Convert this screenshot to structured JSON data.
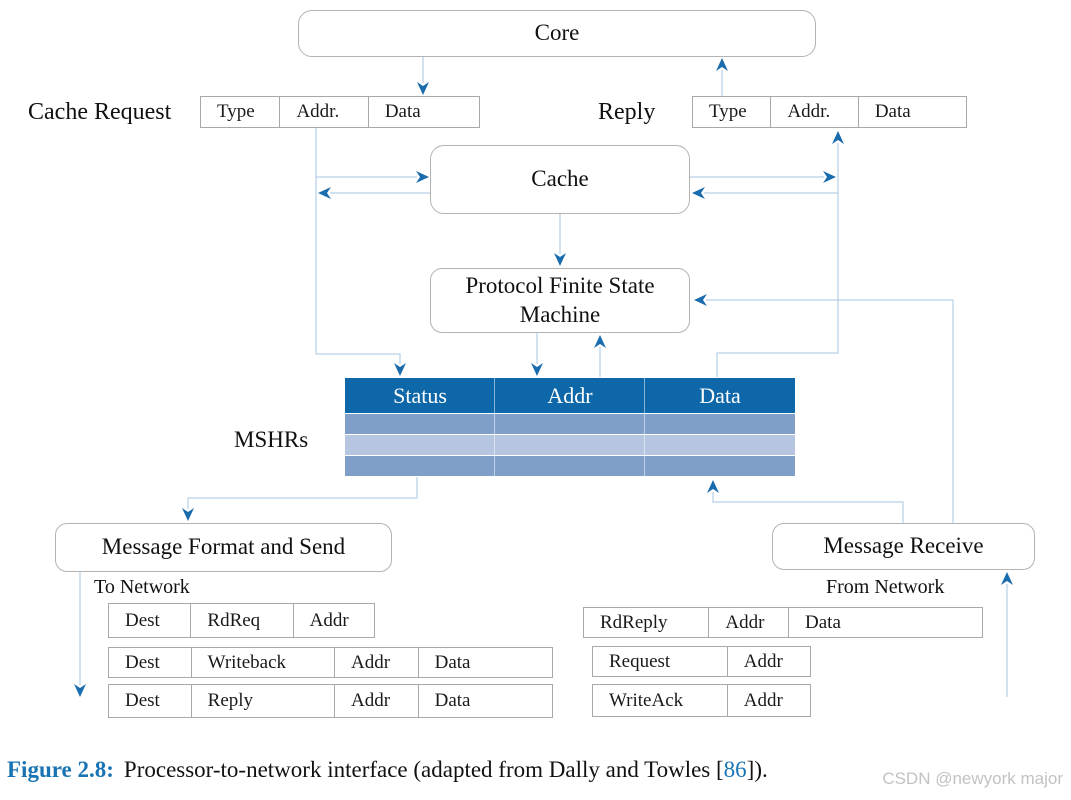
{
  "colors": {
    "arrow_blue": "#1b6cad",
    "line_blue": "#a5c6e2",
    "box_border_gray": "#b3b3b3",
    "mshr_header_bg": "#0e67a8",
    "mshr_row_dark": "#7f9fc9",
    "mshr_row_light": "#b7c6e0",
    "caption_blue": "#1a74b4",
    "watermark_gray": "#c2c2c2"
  },
  "boxes": {
    "core": "Core",
    "cache": "Cache",
    "fsm": "Protocol Finite State Machine",
    "message_format": "Message Format and Send",
    "message_receive": "Message Receive"
  },
  "labels": {
    "cache_request": "Cache Request",
    "reply": "Reply",
    "mshrs": "MSHRs",
    "to_network": "To Network",
    "from_network": "From Network"
  },
  "cache_request_table": {
    "cells": [
      "Type",
      "Addr.",
      "Data"
    ]
  },
  "reply_table": {
    "cells": [
      "Type",
      "Addr.",
      "Data"
    ]
  },
  "mshr_table": {
    "headers": [
      "Status",
      "Addr",
      "Data"
    ]
  },
  "to_network_messages": [
    {
      "cells": [
        "Dest",
        "RdReq",
        "Addr"
      ]
    },
    {
      "cells": [
        "Dest",
        "Writeback",
        "Addr",
        "Data"
      ]
    },
    {
      "cells": [
        "Dest",
        "Reply",
        "Addr",
        "Data"
      ]
    }
  ],
  "from_network_messages": [
    {
      "cells": [
        "RdReply",
        "Addr",
        "Data"
      ]
    },
    {
      "cells": [
        "Request",
        "Addr"
      ]
    },
    {
      "cells": [
        "WriteAck",
        "Addr"
      ]
    }
  ],
  "caption": {
    "label": "Figure 2.8:",
    "text_before_ref": "Processor-to-network interface (adapted from Dally and Towles [",
    "ref": "86",
    "text_after_ref": "])."
  },
  "watermark": "CSDN @newyork major"
}
